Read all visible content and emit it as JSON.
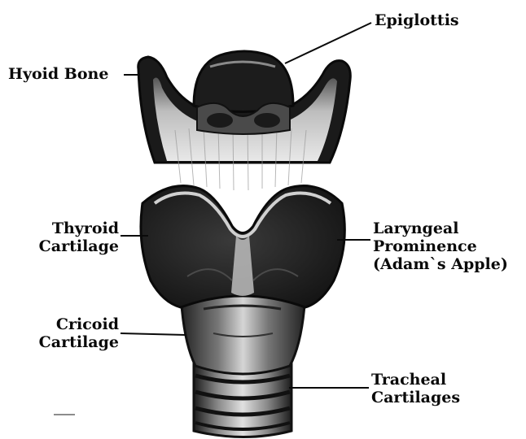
{
  "diagram": {
    "labels": {
      "epiglottis": {
        "line1": "Epiglottis"
      },
      "hyoid_bone": {
        "line1": "Hyoid Bone"
      },
      "thyroid_cartilage": {
        "line1": "Thyroid",
        "line2": "Cartilage"
      },
      "laryngeal_prominence": {
        "line1": "Laryngeal",
        "line2": "Prominence",
        "line3": "(Adam`s Apple)"
      },
      "cricoid_cartilage": {
        "line1": "Cricoid",
        "line2": "Cartilage"
      },
      "tracheal_cartilages": {
        "line1": "Tracheal",
        "line2": "Cartilages"
      }
    },
    "colors": {
      "ink": "#0a0a0a",
      "dark": "#1a1a1a",
      "mid": "#6e6e6e",
      "light": "#d8d8d8"
    }
  }
}
